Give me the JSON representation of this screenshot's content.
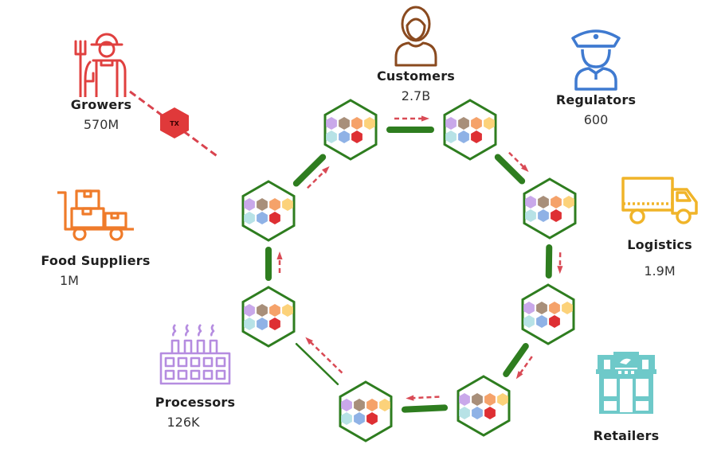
{
  "diagram": {
    "title_fragment": "",
    "actors": [
      {
        "id": "growers",
        "name": "Growers",
        "count": "570M",
        "icon": "farmer-icon",
        "color": "#e0403f"
      },
      {
        "id": "customers",
        "name": "Customers",
        "count": "2.7B",
        "icon": "customer-woman-icon",
        "color": "#8a4a1f"
      },
      {
        "id": "regulators",
        "name": "Regulators",
        "count": "600",
        "icon": "regulator-officer-icon",
        "color": "#3f7ad0"
      },
      {
        "id": "food-suppliers",
        "name": "Food Suppliers",
        "count": "1M",
        "icon": "hand-truck-boxes-icon",
        "color": "#ef7b2a"
      },
      {
        "id": "logistics",
        "name": "Logistics",
        "count": "1.9M",
        "icon": "delivery-truck-icon",
        "color": "#f0b429"
      },
      {
        "id": "processors",
        "name": "Processors",
        "count": "126K",
        "icon": "factory-icon",
        "color": "#b58ce0"
      },
      {
        "id": "retailers",
        "name": "Retailers",
        "count": "",
        "icon": "storefront-icon",
        "color": "#6ec9c9"
      }
    ],
    "transaction_badge": {
      "label": "TX",
      "color": "#e0393a"
    },
    "ledger_ring": {
      "node_count": 8,
      "node_border_color": "#2e7d1f",
      "link_color": "#2e7d1f",
      "flow_arrow_color": "#d94a55",
      "block_colors": [
        "#c9a8ea",
        "#a88f7a",
        "#f5a26a",
        "#fcd27a",
        "#b7e2e6",
        "#8fb2e6",
        "#de2f33"
      ]
    }
  }
}
